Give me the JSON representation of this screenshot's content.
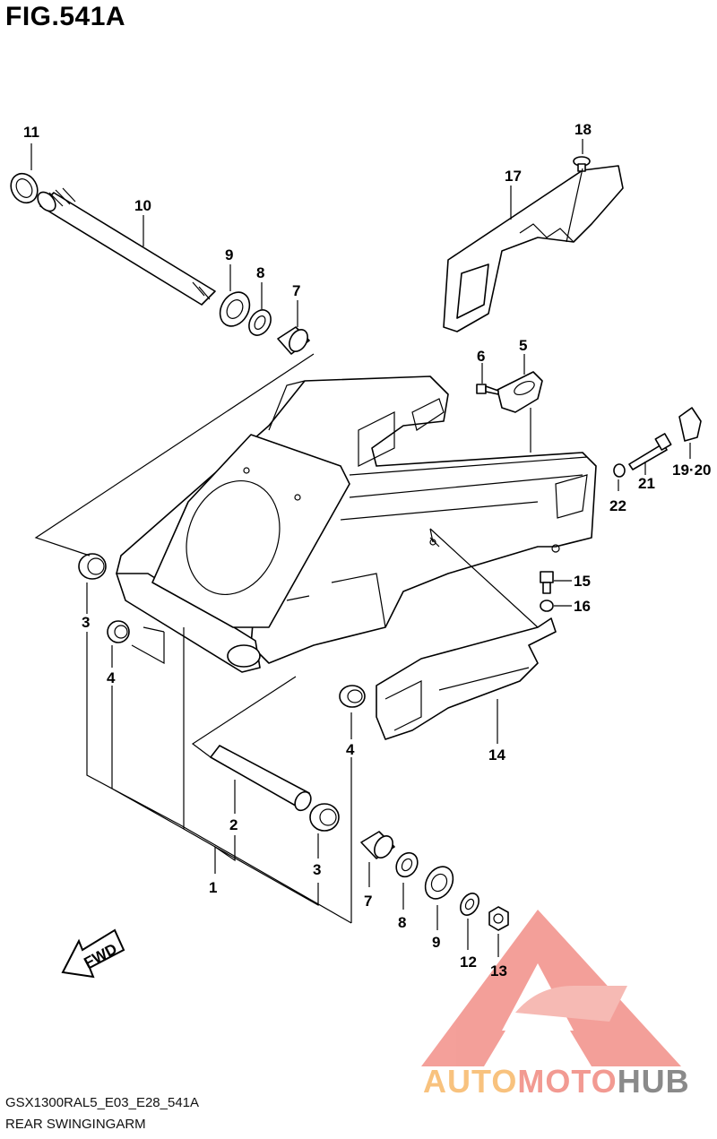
{
  "figure": {
    "title": "FIG.541A"
  },
  "callouts": {
    "c1": "1",
    "c2": "2",
    "c3a": "3",
    "c3b": "3",
    "c4a": "4",
    "c4b": "4",
    "c5": "5",
    "c6": "6",
    "c7a": "7",
    "c7b": "7",
    "c8a": "8",
    "c8b": "8",
    "c9a": "9",
    "c9b": "9",
    "c10": "10",
    "c11": "11",
    "c12": "12",
    "c13": "13",
    "c14": "14",
    "c15": "15",
    "c16": "16",
    "c17": "17",
    "c18": "18",
    "c1920": "19·20",
    "c21": "21",
    "c22": "22"
  },
  "fwd_label": "FWD",
  "footer": {
    "code": "GSX1300RAL5_E03_E28_541A",
    "name": "REAR SWINGINGARM"
  },
  "watermark": {
    "part1": "AUTO",
    "part2": "MOTO",
    "part3": "HUB",
    "colors": {
      "auto": "#f8c27e",
      "moto": "#f29a92",
      "hub": "#8a8a8a",
      "logo": "#f08078"
    }
  }
}
